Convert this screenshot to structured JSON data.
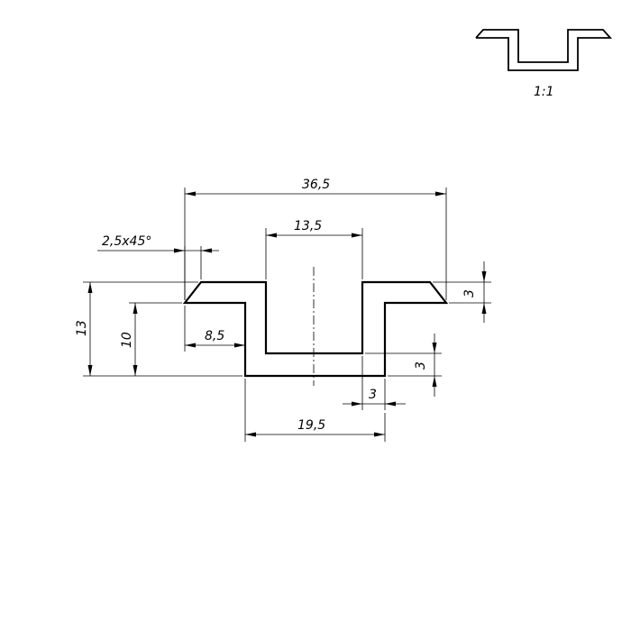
{
  "scale_label": "1:1",
  "dimensions": {
    "overall_width": "36,5",
    "slot_width": "13,5",
    "chamfer": "2,5x45°",
    "lip_thickness": "3",
    "total_height": "13",
    "flange_height": "10",
    "flange_width": "8,5",
    "bottom_thickness": "3",
    "wall_thickness": "3",
    "base_width": "19,5"
  }
}
